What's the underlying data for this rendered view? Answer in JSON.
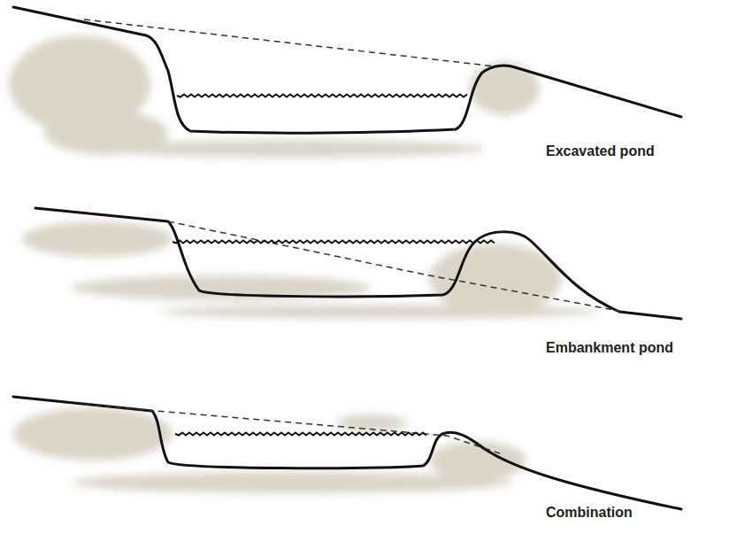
{
  "diagram": {
    "labels": [
      "Excavated pond",
      "Embankment pond",
      "Combination"
    ]
  }
}
